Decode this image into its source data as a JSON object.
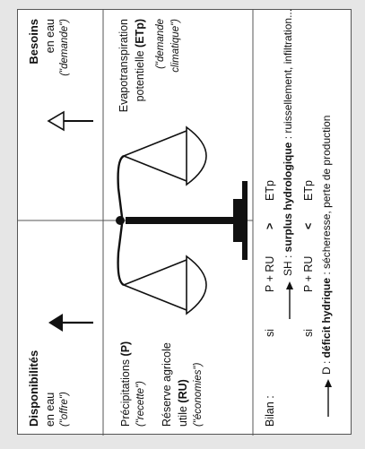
{
  "left": {
    "title": "Disponibilités",
    "sub": "en eau",
    "tag": "(\"offre\")",
    "precip": "Précipitations",
    "precip_code": "(P)",
    "precip_tag": "(\"recette\")",
    "ru_line1": "Réserve agricole",
    "ru_line2_pre": "utile",
    "ru_code": "(RU)",
    "ru_tag": "(\"économies\")"
  },
  "right": {
    "title": "Besoins",
    "sub": "en eau",
    "tag": "(\"demande\")",
    "etp_line1": "Evapotranspiration",
    "etp_line2_pre": "potentielle",
    "etp_code": "(ETp)",
    "etp_tag1": "(\"demande",
    "etp_tag2": "climatique\")"
  },
  "bilan": {
    "label": "Bilan :",
    "row1": {
      "si": "si",
      "expr": "P + RU",
      "op": ">",
      "rhs": "ETp"
    },
    "row1_result": {
      "code": "SH :",
      "bold": "surplus hydrologique",
      "rest": " : ruissellement, infiltration..."
    },
    "row2": {
      "si": "si",
      "expr": "P + RU",
      "op": "<",
      "rhs": "ETp"
    },
    "row2_result": {
      "code": "D :",
      "bold": "déficit hydrique",
      "rest": " : sécheresse, perte de production"
    }
  }
}
